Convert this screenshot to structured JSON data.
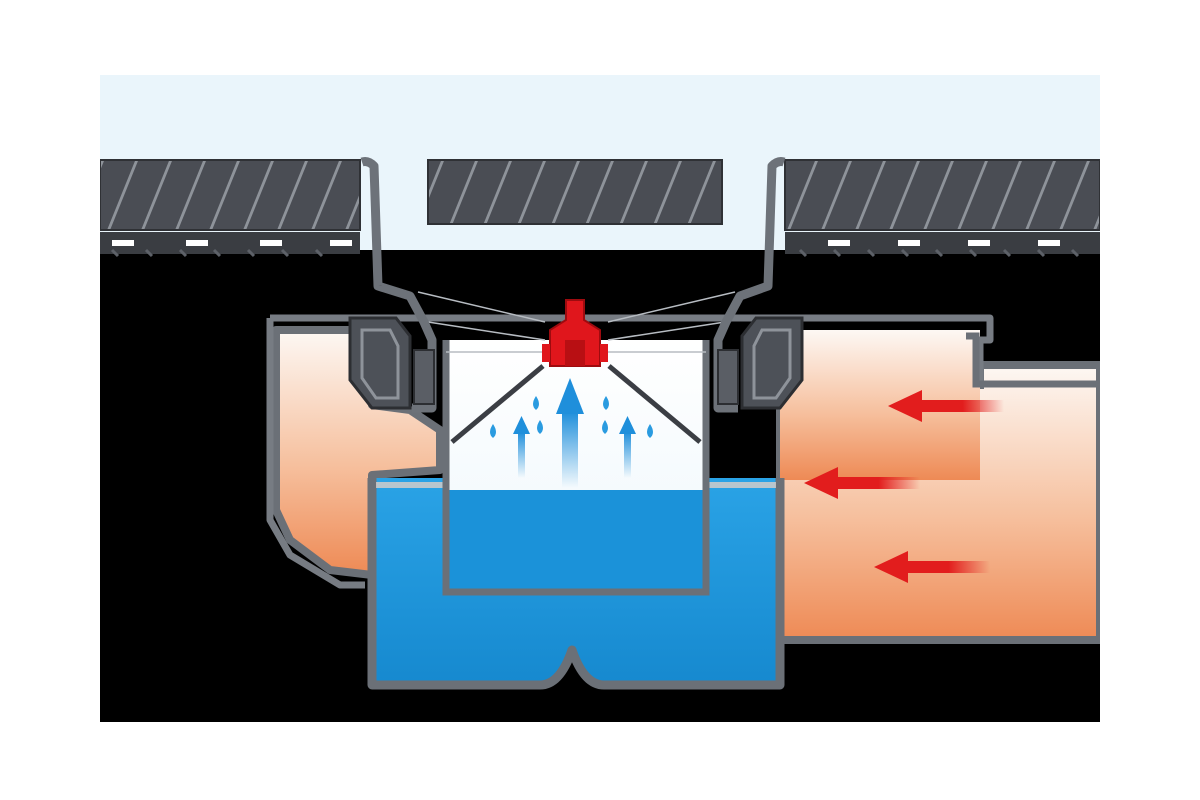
{
  "diagram": {
    "labels": [],
    "components": [
      "floor-grating-left",
      "floor-grating-center",
      "floor-grating-right",
      "drain-body",
      "water-trap-cup",
      "spray-nozzle",
      "water-sprays",
      "warm-air-inflow-arrows"
    ],
    "colors": {
      "background": "#ffffff",
      "sky": "#eaf5fb",
      "black": "#000000",
      "grating": "#4a4d54",
      "grating_hatch": "#8c9097",
      "housing": "#737880",
      "water": "#1b94d8",
      "nozzle": "#e0161c",
      "arrow_red": "#e21d1d",
      "warm_top": "#fdf7f2",
      "warm_bottom": "#ee8f5b",
      "spray_blue": "#2a9be0"
    },
    "inflow_arrow_count": 3,
    "spray_arrow_count": 3,
    "droplet_count": 6
  }
}
